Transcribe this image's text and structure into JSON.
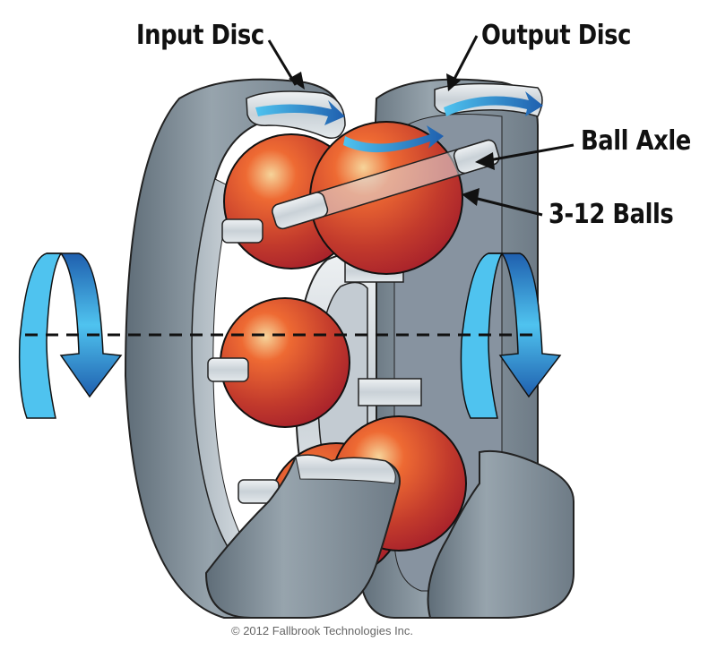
{
  "diagram": {
    "title": "Ball-type continuously variable transmission",
    "labels": {
      "input_disc": "Input Disc",
      "output_disc": "Output Disc",
      "ball_axle": "Ball Axle",
      "balls": "3-12 Balls"
    },
    "copyright": "© 2012 Fallbrook Technologies Inc.",
    "colors": {
      "disc_gray": "#7d8a94",
      "disc_light": "#c9d1d7",
      "ball_red": "#b5262e",
      "ball_orange": "#ee6a33",
      "ball_highlight": "#f6d49a",
      "arrow_blue_dark": "#1f5fae",
      "arrow_blue_light": "#4fc3ef",
      "axle_silver": "#dfe4e8",
      "text": "#111111"
    }
  }
}
